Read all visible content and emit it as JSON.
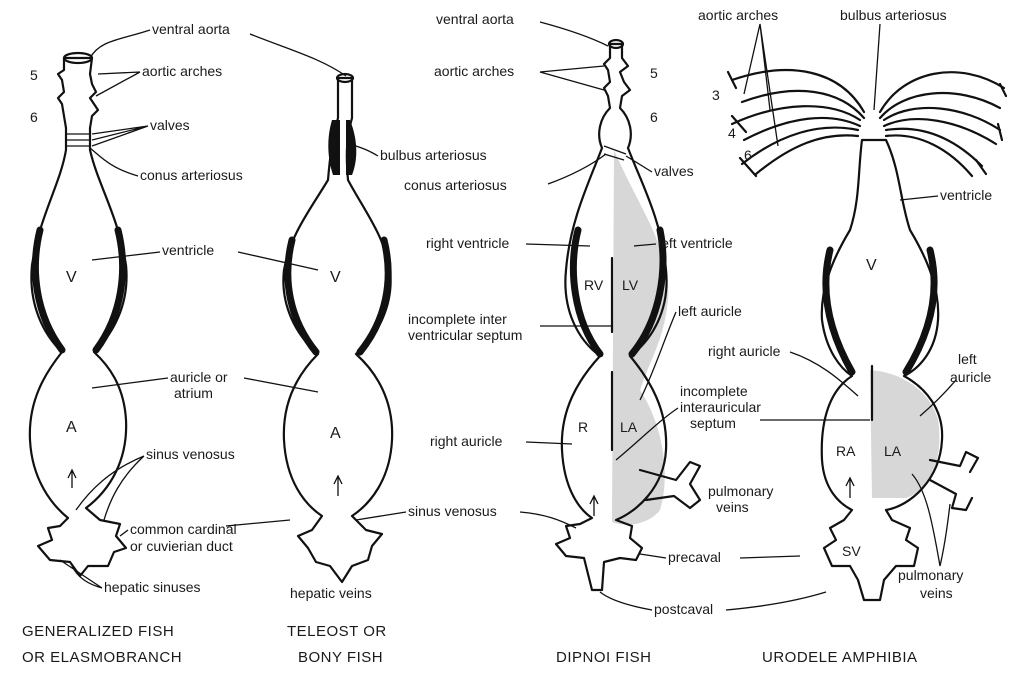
{
  "generalized": {
    "caption_line1": "GENERALIZED FISH",
    "caption_line2": "OR ELASMOBRANCH",
    "num5": "5",
    "num6": "6",
    "ventral_aorta": "ventral aorta",
    "aortic_arches": "aortic arches",
    "valves": "valves",
    "conus_arteriosus": "conus arteriosus",
    "ventricle": "ventricle",
    "V": "V",
    "auricle_or": "auricle or",
    "atrium": "atrium",
    "A": "A",
    "sinus_venosus": "sinus venosus",
    "common_cardinal": "common cardinal",
    "cuvierian_duct": "or cuvierian duct",
    "hepatic_sinuses": "hepatic sinuses"
  },
  "teleost": {
    "caption_line1": "TELEOST OR",
    "caption_line2": "BONY FISH",
    "bulbus_arteriosus": "bulbus arteriosus",
    "V": "V",
    "A": "A",
    "sinus_venosus": "sinus venosus",
    "hepatic_veins": "hepatic veins"
  },
  "dipnoi": {
    "caption": "DIPNOI FISH",
    "ventral_aorta": "ventral aorta",
    "aortic_arches": "aortic arches",
    "num5": "5",
    "num6": "6",
    "conus_arteriosus": "conus arteriosus",
    "valves": "valves",
    "right_ventricle": "right ventricle",
    "left_ventricle": "left ventricle",
    "RV": "RV",
    "LV": "LV",
    "septum_v1": "incomplete inter",
    "septum_v2": "ventricular septum",
    "left_auricle": "left auricle",
    "incomplete": "incomplete",
    "interauricular": "interauricular",
    "septum": "septum",
    "right_auricle": "right auricle",
    "R": "R",
    "LA": "LA",
    "pulmonary": "pulmonary",
    "veins": "veins",
    "precaval": "precaval",
    "postcaval": "postcaval"
  },
  "urodele": {
    "caption": "URODELE AMPHIBIA",
    "aortic_arches": "aortic arches",
    "bulbus_arteriosus": "bulbus arteriosus",
    "num3": "3",
    "num4": "4",
    "num6": "6",
    "ventricle": "ventricle",
    "V": "V",
    "right_auricle": "right auricle",
    "left": "left",
    "auricle": "auricle",
    "RA": "RA",
    "LA": "LA",
    "SV": "SV",
    "pulmonary": "pulmonary",
    "veins": "veins"
  }
}
